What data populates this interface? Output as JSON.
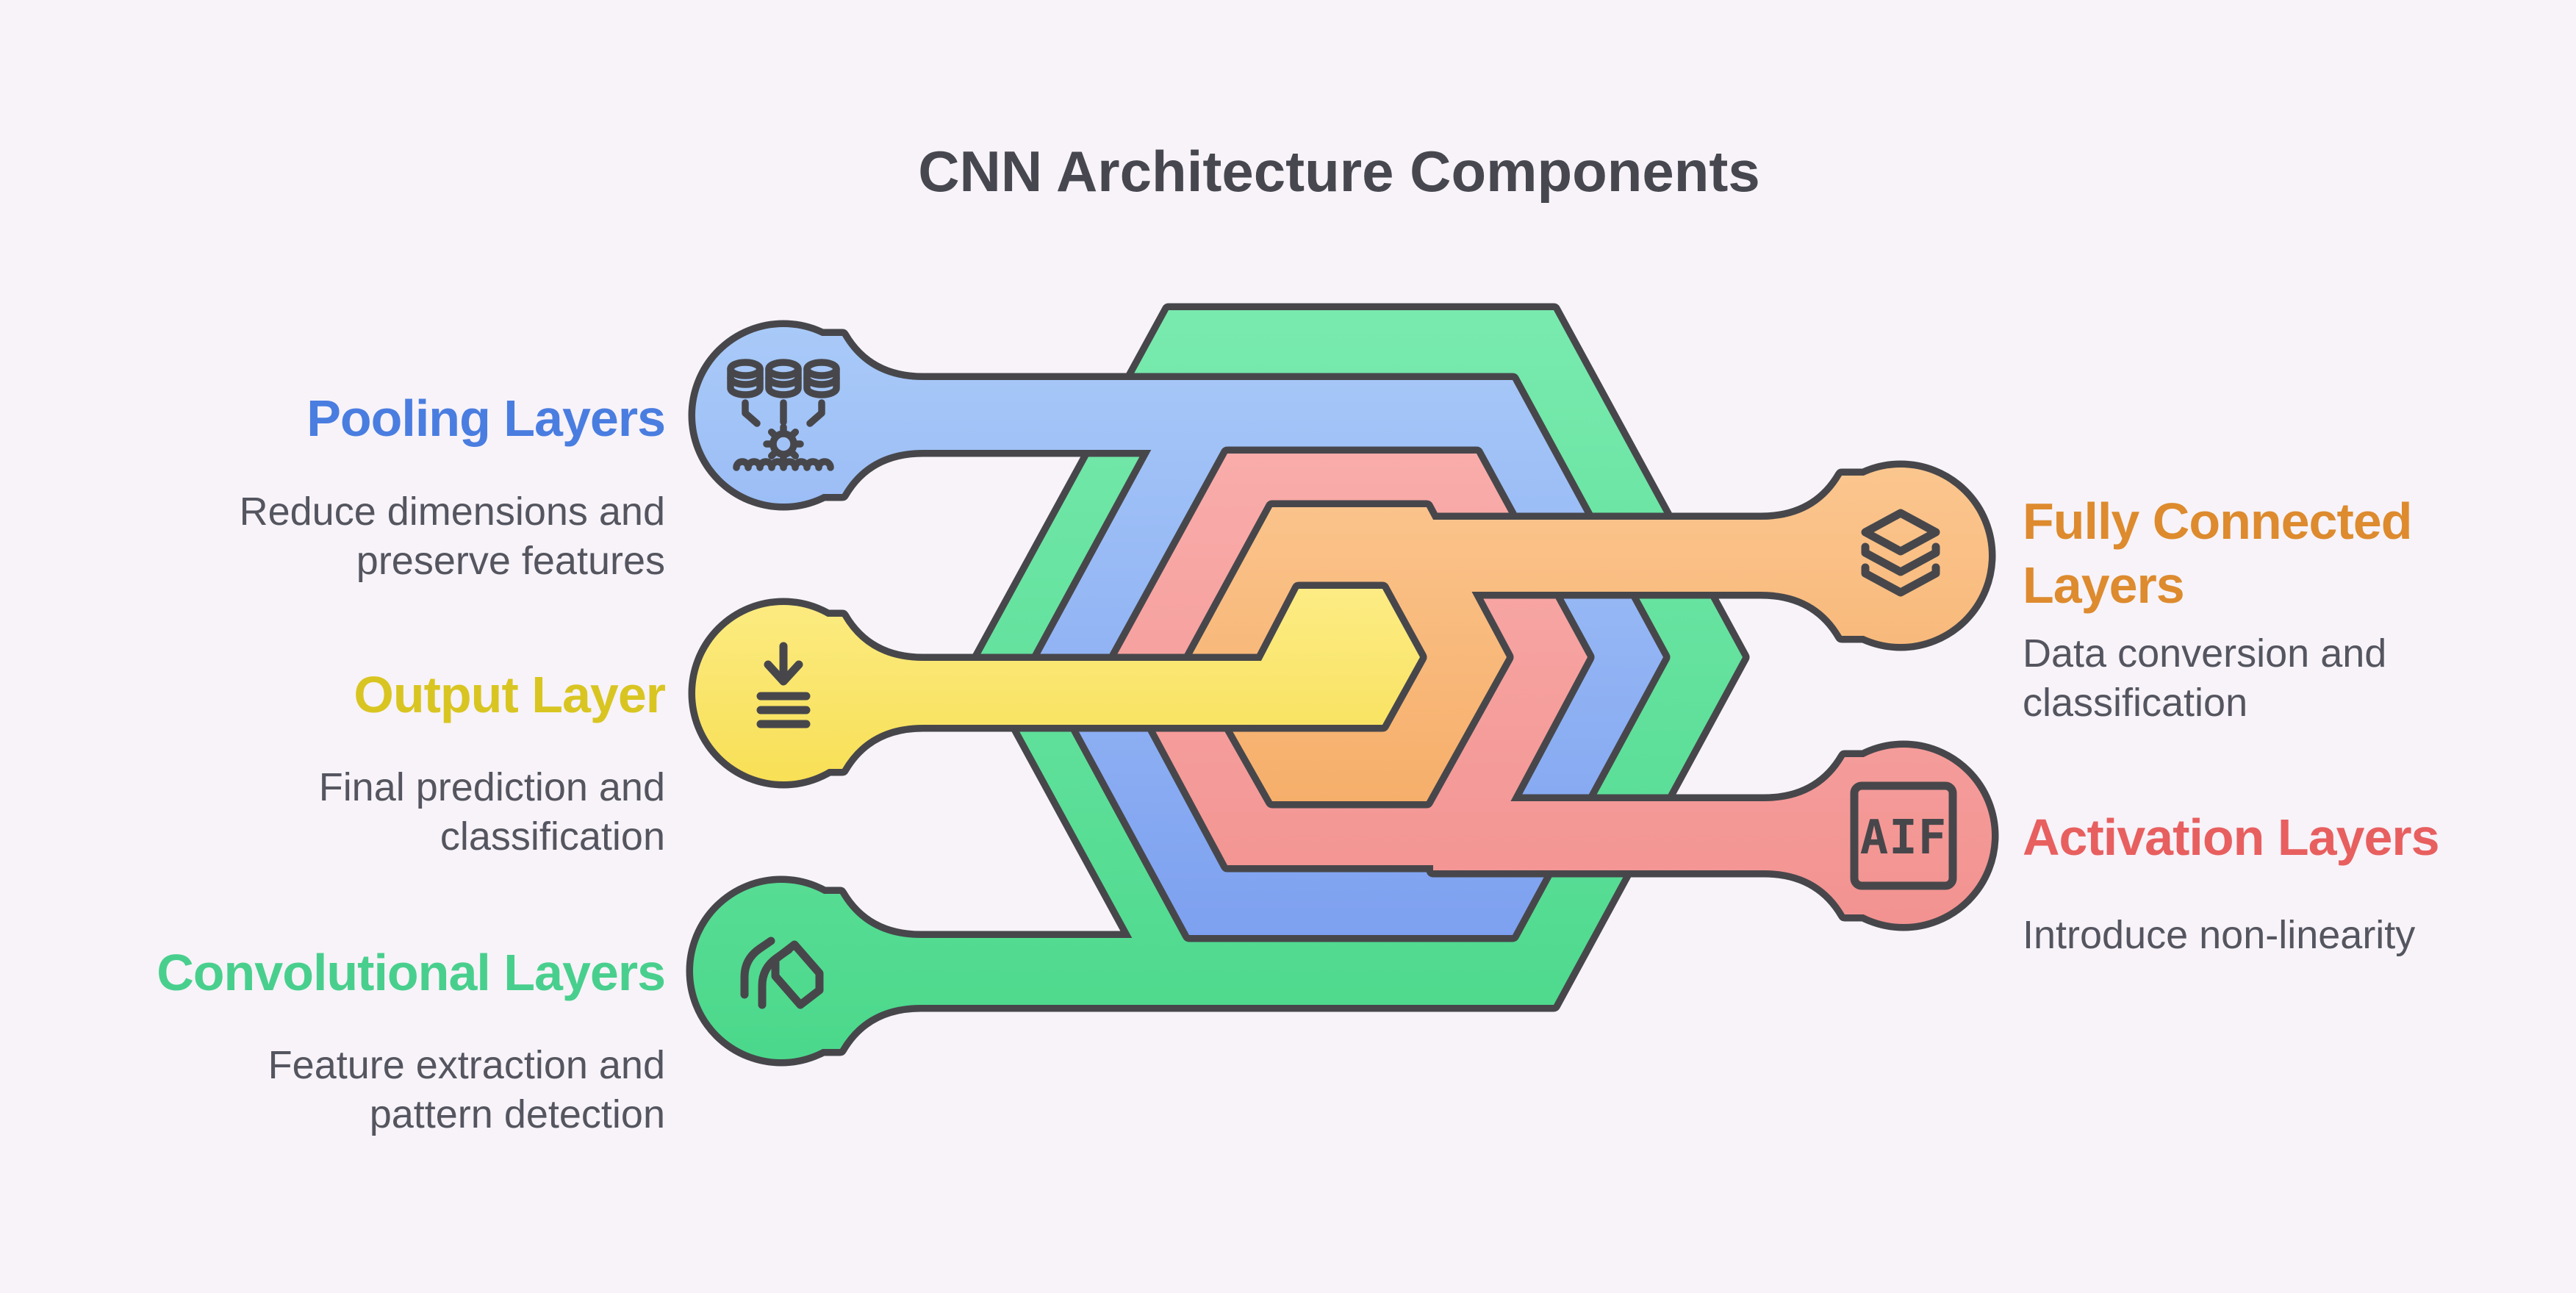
{
  "title": "CNN Architecture Components",
  "nodes": {
    "pooling": {
      "label": "Pooling Layers",
      "color": "#4a7de0",
      "desc": [
        "Reduce dimensions and",
        "preserve features"
      ]
    },
    "output": {
      "label": "Output Layer",
      "color": "#d9c521",
      "desc": [
        "Final prediction and",
        "classification"
      ]
    },
    "convolutional": {
      "label": "Convolutional Layers",
      "color": "#49cf8d",
      "desc": [
        "Feature extraction and",
        "pattern detection"
      ]
    },
    "fully_connected": {
      "label_lines": [
        "Fully Connected",
        "Layers"
      ],
      "color": "#dd8b2e",
      "desc": [
        "Data conversion and",
        "classification"
      ]
    },
    "activation": {
      "label": "Activation Layers",
      "color": "#e85f5f",
      "desc": [
        "Introduce non-linearity"
      ],
      "badge": "AIF"
    }
  },
  "palette": {
    "green": "#5ce6a0",
    "blue": "#9dc1f7",
    "red": "#f9a19f",
    "orange": "#fac28a",
    "yellow": "#fbe97e",
    "stroke": "#47474b",
    "background": "#f7f3f9",
    "title_text": "#47474f",
    "desc_text": "#54555f"
  }
}
